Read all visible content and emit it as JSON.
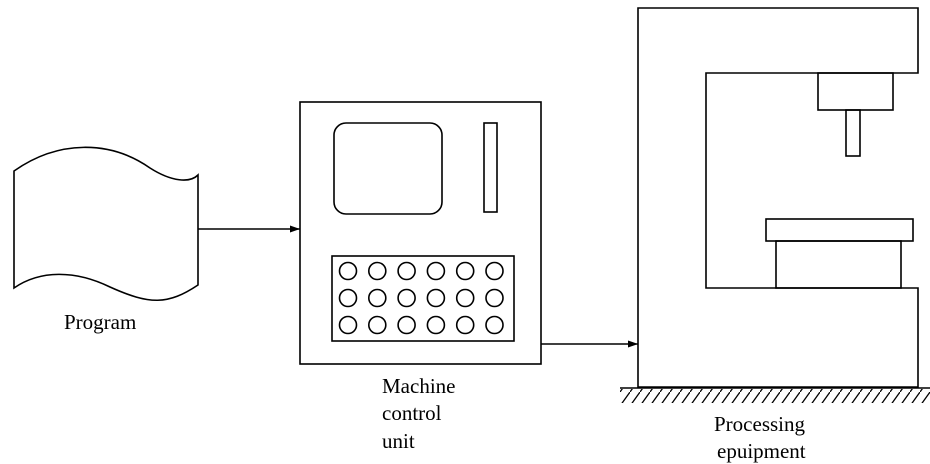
{
  "labels": {
    "program": "Program",
    "mcu_line1": "Machine",
    "mcu_line2": "control",
    "mcu_line3": "unit",
    "processing_line1": "Processing",
    "processing_line2": "epuipment"
  },
  "keypad": {
    "rows": 3,
    "columns": 6
  }
}
